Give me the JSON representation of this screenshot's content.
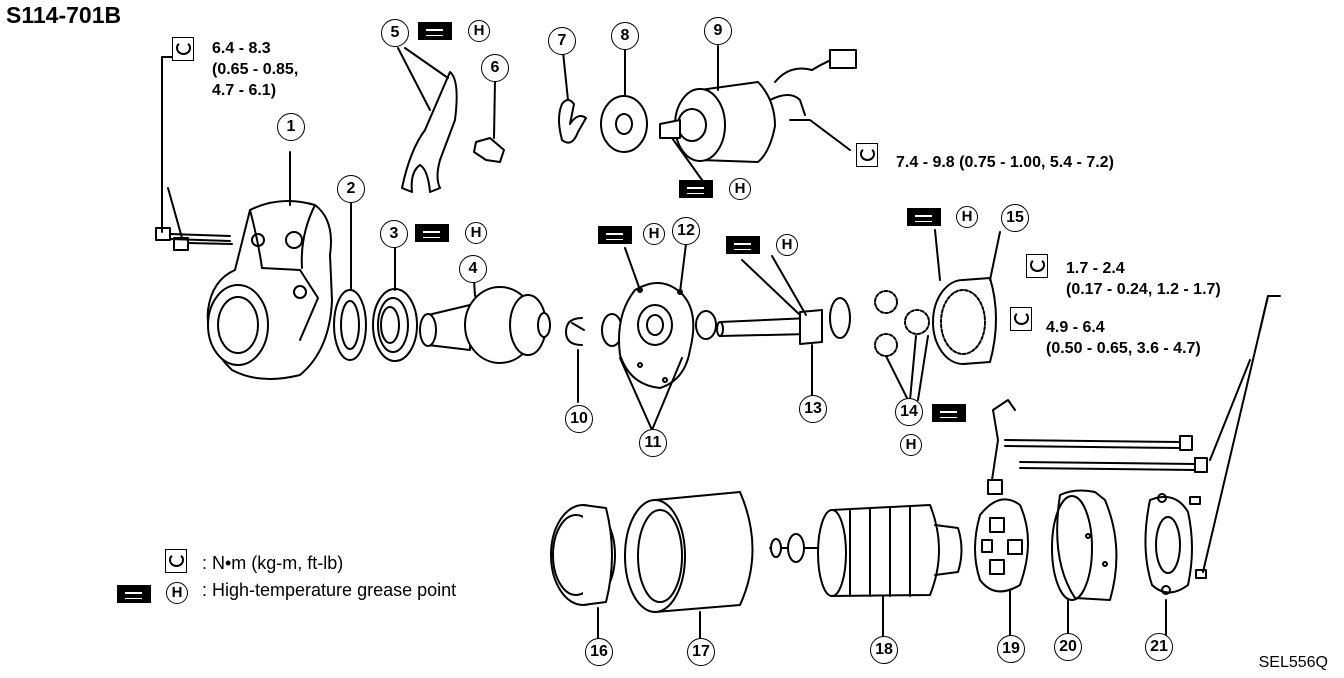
{
  "diagram_title": "S114-701B",
  "diagram_code": "SEL556Q",
  "callouts": [
    "1",
    "2",
    "3",
    "4",
    "5",
    "6",
    "7",
    "8",
    "9",
    "10",
    "11",
    "12",
    "13",
    "14",
    "15",
    "16",
    "17",
    "18",
    "19",
    "20",
    "21"
  ],
  "grease_marker_letter": "H",
  "torque_specs": {
    "t1_line1": "6.4 - 8.3",
    "t1_line2": "(0.65 - 0.85,",
    "t1_line3": "4.7 - 6.1)",
    "t2": "7.4 - 9.8 (0.75 - 1.00, 5.4 - 7.2)",
    "t3_line1": "1.7 - 2.4",
    "t3_line2": "(0.17 - 0.24, 1.2 - 1.7)",
    "t4_line1": "4.9 - 6.4",
    "t4_line2": "(0.50 - 0.65, 3.6 - 4.7)"
  },
  "legend": {
    "torque_unit": ": N•m (kg-m, ft-lb)",
    "grease": ": High-temperature grease point"
  },
  "icons": {
    "torque": "torque-wrench-icon",
    "grease": "grease-tube-icon"
  },
  "colors": {
    "ink": "#000000",
    "paper": "#ffffff"
  }
}
